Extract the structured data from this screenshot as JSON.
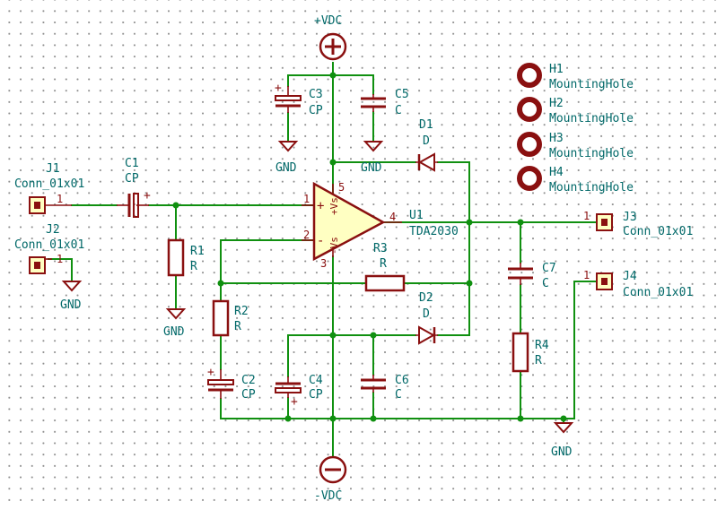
{
  "power": {
    "vpos": "+VDC",
    "vneg": "-VDC",
    "gnd": "GND"
  },
  "amp": {
    "ref": "U1",
    "value": "TDA2030",
    "pins": {
      "p1": "1",
      "p2": "2",
      "p3": "3",
      "p4": "4",
      "p5": "5"
    },
    "in_plus": "+",
    "in_minus": "-",
    "vs_plus": "+Vs",
    "vs_minus": "-Vs"
  },
  "connectors": [
    {
      "ref": "J1",
      "value": "Conn_01x01",
      "pin": "1"
    },
    {
      "ref": "J2",
      "value": "Conn_01x01",
      "pin": "1"
    },
    {
      "ref": "J3",
      "value": "Conn_01x01",
      "pin": "1"
    },
    {
      "ref": "J4",
      "value": "Conn_01x01",
      "pin": "1"
    }
  ],
  "capacitors": [
    {
      "ref": "C1",
      "value": "CP"
    },
    {
      "ref": "C2",
      "value": "CP"
    },
    {
      "ref": "C3",
      "value": "CP"
    },
    {
      "ref": "C4",
      "value": "CP"
    },
    {
      "ref": "C5",
      "value": "C"
    },
    {
      "ref": "C6",
      "value": "C"
    },
    {
      "ref": "C7",
      "value": "C"
    }
  ],
  "resistors": [
    {
      "ref": "R1",
      "value": "R"
    },
    {
      "ref": "R2",
      "value": "R"
    },
    {
      "ref": "R3",
      "value": "R"
    },
    {
      "ref": "R4",
      "value": "R"
    }
  ],
  "diodes": [
    {
      "ref": "D1",
      "value": "D"
    },
    {
      "ref": "D2",
      "value": "D"
    }
  ],
  "holes": [
    {
      "ref": "H1",
      "value": "MountingHole"
    },
    {
      "ref": "H2",
      "value": "MountingHole"
    },
    {
      "ref": "H3",
      "value": "MountingHole"
    },
    {
      "ref": "H4",
      "value": "MountingHole"
    }
  ],
  "polarity_plus": "+",
  "colors": {
    "wire": "#109010",
    "body": "#8a1010",
    "fill": "#ffffc2",
    "label": "#006868"
  }
}
